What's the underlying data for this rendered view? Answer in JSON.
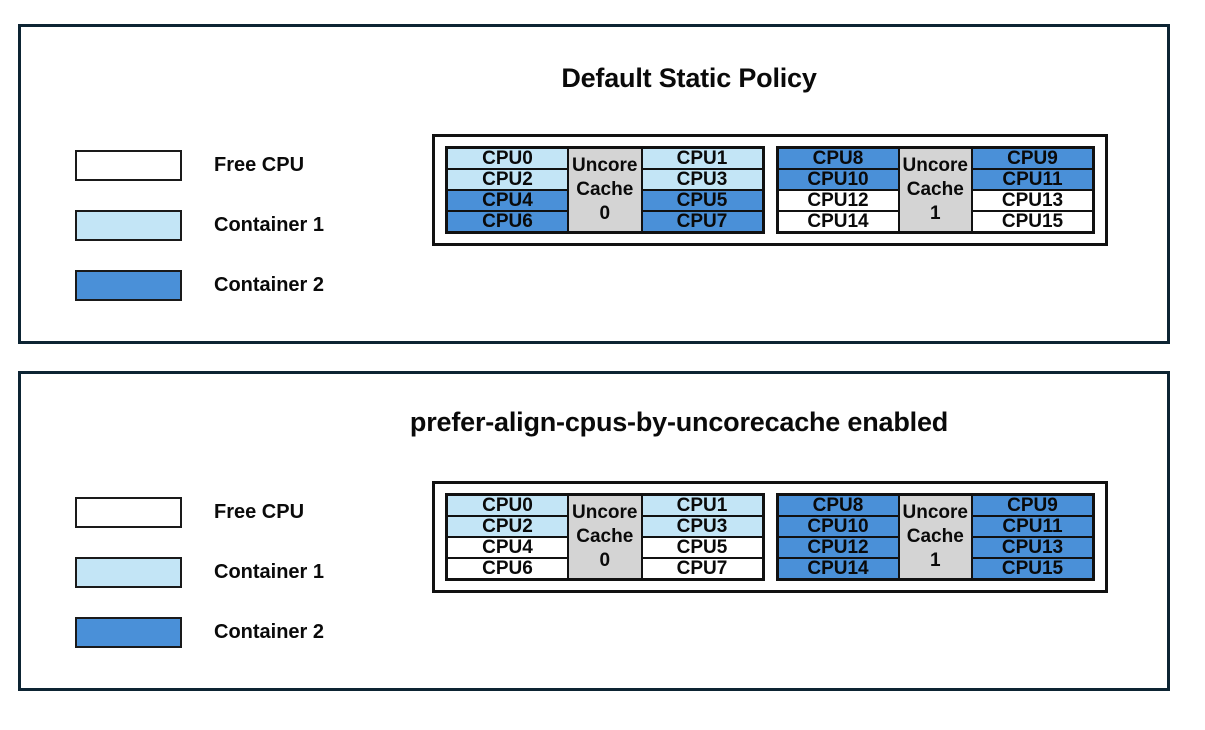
{
  "legend_colors": {
    "free": "#ffffff",
    "container1": "#c3e5f6",
    "container2": "#4a90d8",
    "cache": "#d4d4d4",
    "panel_border": "#0d2433",
    "box_border": "#111111"
  },
  "legend": {
    "items": [
      {
        "label": "Free CPU",
        "fill": "free"
      },
      {
        "label": "Container 1",
        "fill": "container1"
      },
      {
        "label": "Container 2",
        "fill": "container2"
      }
    ]
  },
  "panels": [
    {
      "id": "default-static-policy",
      "title": "Default Static Policy",
      "sockets": [
        {
          "cache_label_line1": "Uncore",
          "cache_label_line2": "Cache",
          "cache_label_line3": "0",
          "left_column": [
            {
              "label": "CPU0",
              "fill": "container1"
            },
            {
              "label": "CPU2",
              "fill": "container1"
            },
            {
              "label": "CPU4",
              "fill": "container2"
            },
            {
              "label": "CPU6",
              "fill": "container2"
            }
          ],
          "right_column": [
            {
              "label": "CPU1",
              "fill": "container1"
            },
            {
              "label": "CPU3",
              "fill": "container1"
            },
            {
              "label": "CPU5",
              "fill": "container2"
            },
            {
              "label": "CPU7",
              "fill": "container2"
            }
          ]
        },
        {
          "cache_label_line1": "Uncore",
          "cache_label_line2": "Cache",
          "cache_label_line3": "1",
          "left_column": [
            {
              "label": "CPU8",
              "fill": "container2"
            },
            {
              "label": "CPU10",
              "fill": "container2"
            },
            {
              "label": "CPU12",
              "fill": "free"
            },
            {
              "label": "CPU14",
              "fill": "free"
            }
          ],
          "right_column": [
            {
              "label": "CPU9",
              "fill": "container2"
            },
            {
              "label": "CPU11",
              "fill": "container2"
            },
            {
              "label": "CPU13",
              "fill": "free"
            },
            {
              "label": "CPU15",
              "fill": "free"
            }
          ]
        }
      ]
    },
    {
      "id": "prefer-align-cpus-by-uncorecache-enabled",
      "title": "prefer-align-cpus-by-uncorecache enabled",
      "sockets": [
        {
          "cache_label_line1": "Uncore",
          "cache_label_line2": "Cache",
          "cache_label_line3": "0",
          "left_column": [
            {
              "label": "CPU0",
              "fill": "container1"
            },
            {
              "label": "CPU2",
              "fill": "container1"
            },
            {
              "label": "CPU4",
              "fill": "free"
            },
            {
              "label": "CPU6",
              "fill": "free"
            }
          ],
          "right_column": [
            {
              "label": "CPU1",
              "fill": "container1"
            },
            {
              "label": "CPU3",
              "fill": "container1"
            },
            {
              "label": "CPU5",
              "fill": "free"
            },
            {
              "label": "CPU7",
              "fill": "free"
            }
          ]
        },
        {
          "cache_label_line1": "Uncore",
          "cache_label_line2": "Cache",
          "cache_label_line3": "1",
          "left_column": [
            {
              "label": "CPU8",
              "fill": "container2"
            },
            {
              "label": "CPU10",
              "fill": "container2"
            },
            {
              "label": "CPU12",
              "fill": "container2"
            },
            {
              "label": "CPU14",
              "fill": "container2"
            }
          ],
          "right_column": [
            {
              "label": "CPU9",
              "fill": "container2"
            },
            {
              "label": "CPU11",
              "fill": "container2"
            },
            {
              "label": "CPU13",
              "fill": "container2"
            },
            {
              "label": "CPU15",
              "fill": "container2"
            }
          ]
        }
      ]
    }
  ]
}
